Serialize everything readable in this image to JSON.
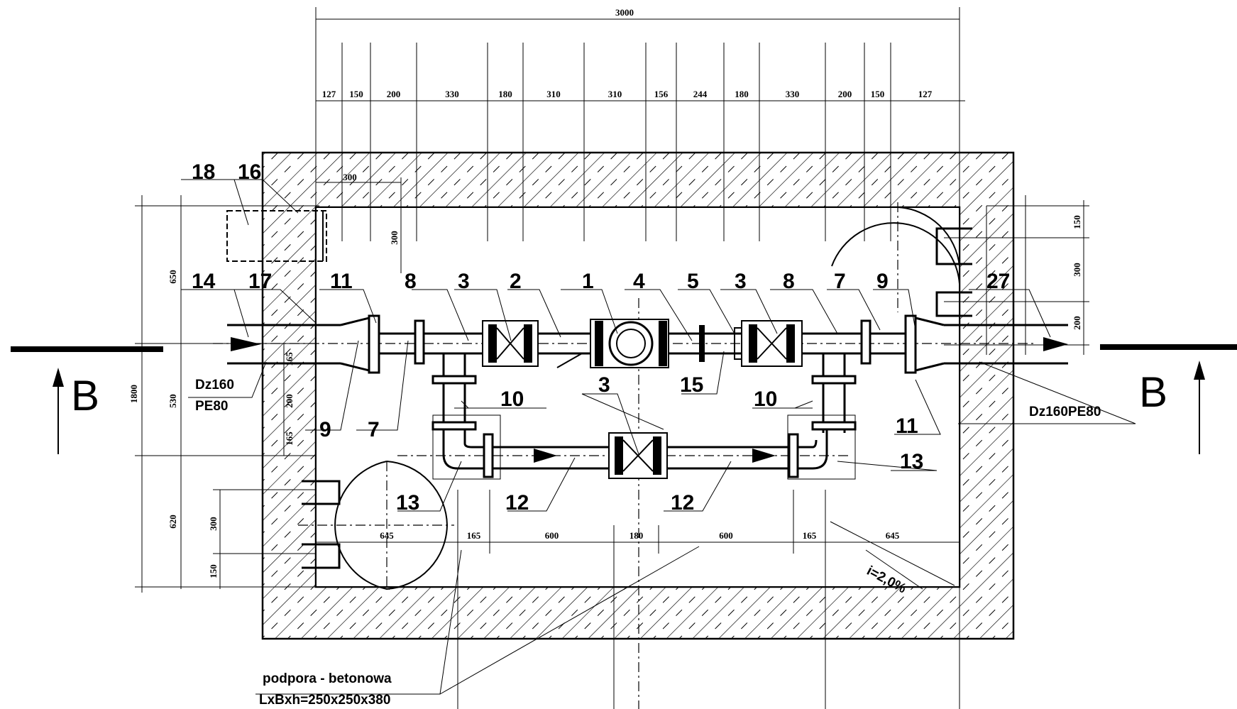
{
  "overall_dimension": "3000",
  "top_dimensions": [
    "127",
    "150",
    "200",
    "330",
    "180",
    "310",
    "310",
    "156",
    "244",
    "180",
    "330",
    "200",
    "150",
    "127"
  ],
  "bottom_dimensions": [
    "645",
    "165",
    "600",
    "180",
    "600",
    "165",
    "645"
  ],
  "left_dimensions": [
    "650",
    "530",
    "165",
    "200",
    "165",
    "620",
    "300",
    "150",
    "1800"
  ],
  "right_dimensions": [
    "150",
    "300",
    "200"
  ],
  "inner_dimensions": [
    "300",
    "300"
  ],
  "item_labels": {
    "18": "18",
    "16": "16",
    "14": "14",
    "17": "17",
    "11a": "11",
    "8a": "8",
    "3a": "3",
    "2": "2",
    "1": "1",
    "4": "4",
    "5": "5",
    "3b": "3",
    "8b": "8",
    "7a": "7",
    "9a": "9",
    "27": "27",
    "10a": "10",
    "3c": "3",
    "15": "15",
    "10b": "10",
    "9b": "9",
    "7b": "7",
    "11b": "11",
    "13a": "13",
    "12a": "12",
    "12b": "12",
    "13b": "13"
  },
  "section_left": "B",
  "section_right": "B",
  "pipe_left": [
    "Dz160",
    "PE80"
  ],
  "pipe_right": "Dz160PE80",
  "slope": "i=2,0%",
  "support_note": [
    "podpora - betonowa",
    "LxBxh=250x250x380"
  ]
}
